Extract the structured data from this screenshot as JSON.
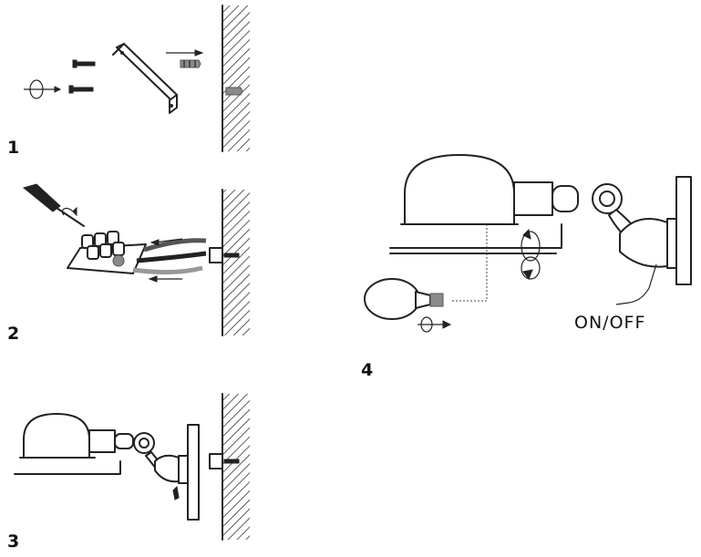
{
  "steps": [
    {
      "number": "1"
    },
    {
      "number": "2"
    },
    {
      "number": "3"
    },
    {
      "number": "4"
    }
  ],
  "switch_label": "ON/OFF",
  "colors": {
    "line": "#222222",
    "background": "#ffffff",
    "hatch": "#333333"
  }
}
